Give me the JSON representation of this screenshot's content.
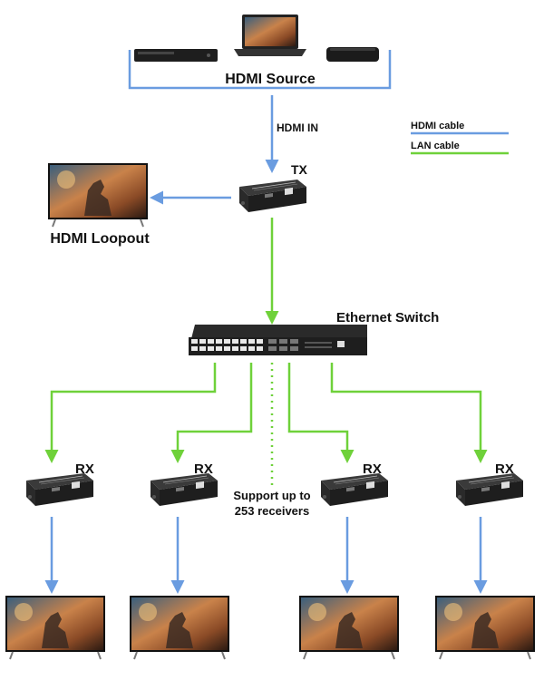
{
  "source": {
    "label": "HDMI Source",
    "devices": [
      "blu-ray-player",
      "laptop",
      "streaming-box"
    ]
  },
  "hdmi_in_label": "HDMI IN",
  "tx_label": "TX",
  "loopout_label": "HDMI Loopout",
  "switch_label": "Ethernet Switch",
  "legend": [
    {
      "label": "HDMI cable",
      "color": "#6a9ce0"
    },
    {
      "label": "LAN cable",
      "color": "#6fd13a"
    }
  ],
  "receivers": [
    {
      "label": "RX"
    },
    {
      "label": "RX"
    },
    {
      "label": "RX"
    },
    {
      "label": "RX"
    }
  ],
  "support_note": {
    "line1": "Support up to",
    "line2": "253 receivers"
  },
  "colors": {
    "hdmi": "#6a9ce0",
    "lan": "#6fd13a",
    "device": "#1e1e1e"
  }
}
